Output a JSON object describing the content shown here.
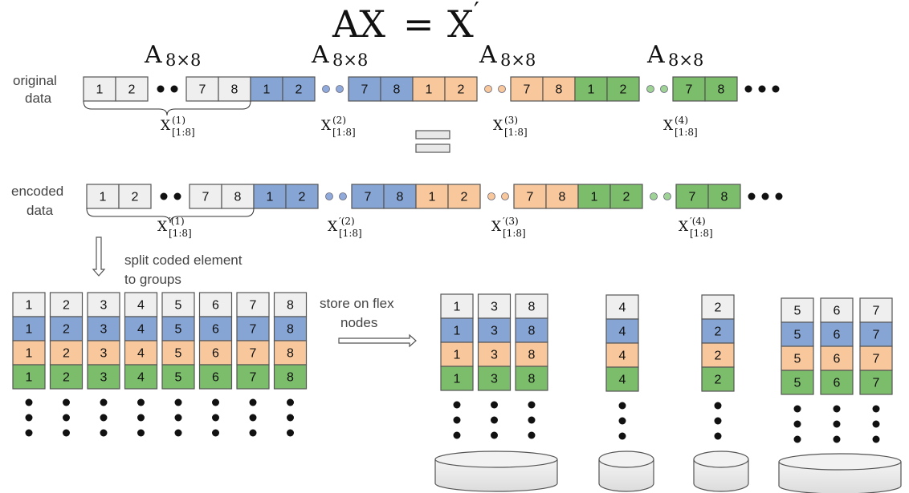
{
  "title": {
    "lhs": "AX",
    "eq": "=",
    "rhs": "X",
    "rhs_prime": "′"
  },
  "block_labels": {
    "matrix": "A",
    "subscript": "8×8"
  },
  "row_labels": {
    "original_1": "original",
    "original_2": "data",
    "encoded_1": "encoded",
    "encoded_2": "data"
  },
  "sequence_cells": [
    "1",
    "2",
    "7",
    "8"
  ],
  "x_labels": {
    "base": "X",
    "range": "[1:8]",
    "supers": [
      "(1)",
      "(2)",
      "(3)",
      "(4)"
    ],
    "prime_supers": [
      "′(1)",
      "′(2)",
      "′(3)",
      "′(4)"
    ]
  },
  "split_text": {
    "line1": "split coded element",
    "line2": "to groups"
  },
  "store_text": {
    "line1": "store on flex",
    "line2": "nodes"
  },
  "groups": [
    "1",
    "2",
    "3",
    "4",
    "5",
    "6",
    "7",
    "8"
  ],
  "nodes": [
    [
      "1",
      "3",
      "8"
    ],
    [
      "4"
    ],
    [
      "2"
    ],
    [
      "5",
      "6",
      "7"
    ]
  ],
  "colors": {
    "white": "#efefef",
    "blue": "#86a5d4",
    "orange": "#f8c79b",
    "green": "#7bbd6a",
    "blue_dot": "#90aadb",
    "orange_dot": "#f8c79b",
    "green_dot": "#9fd396",
    "border": "#555555"
  }
}
